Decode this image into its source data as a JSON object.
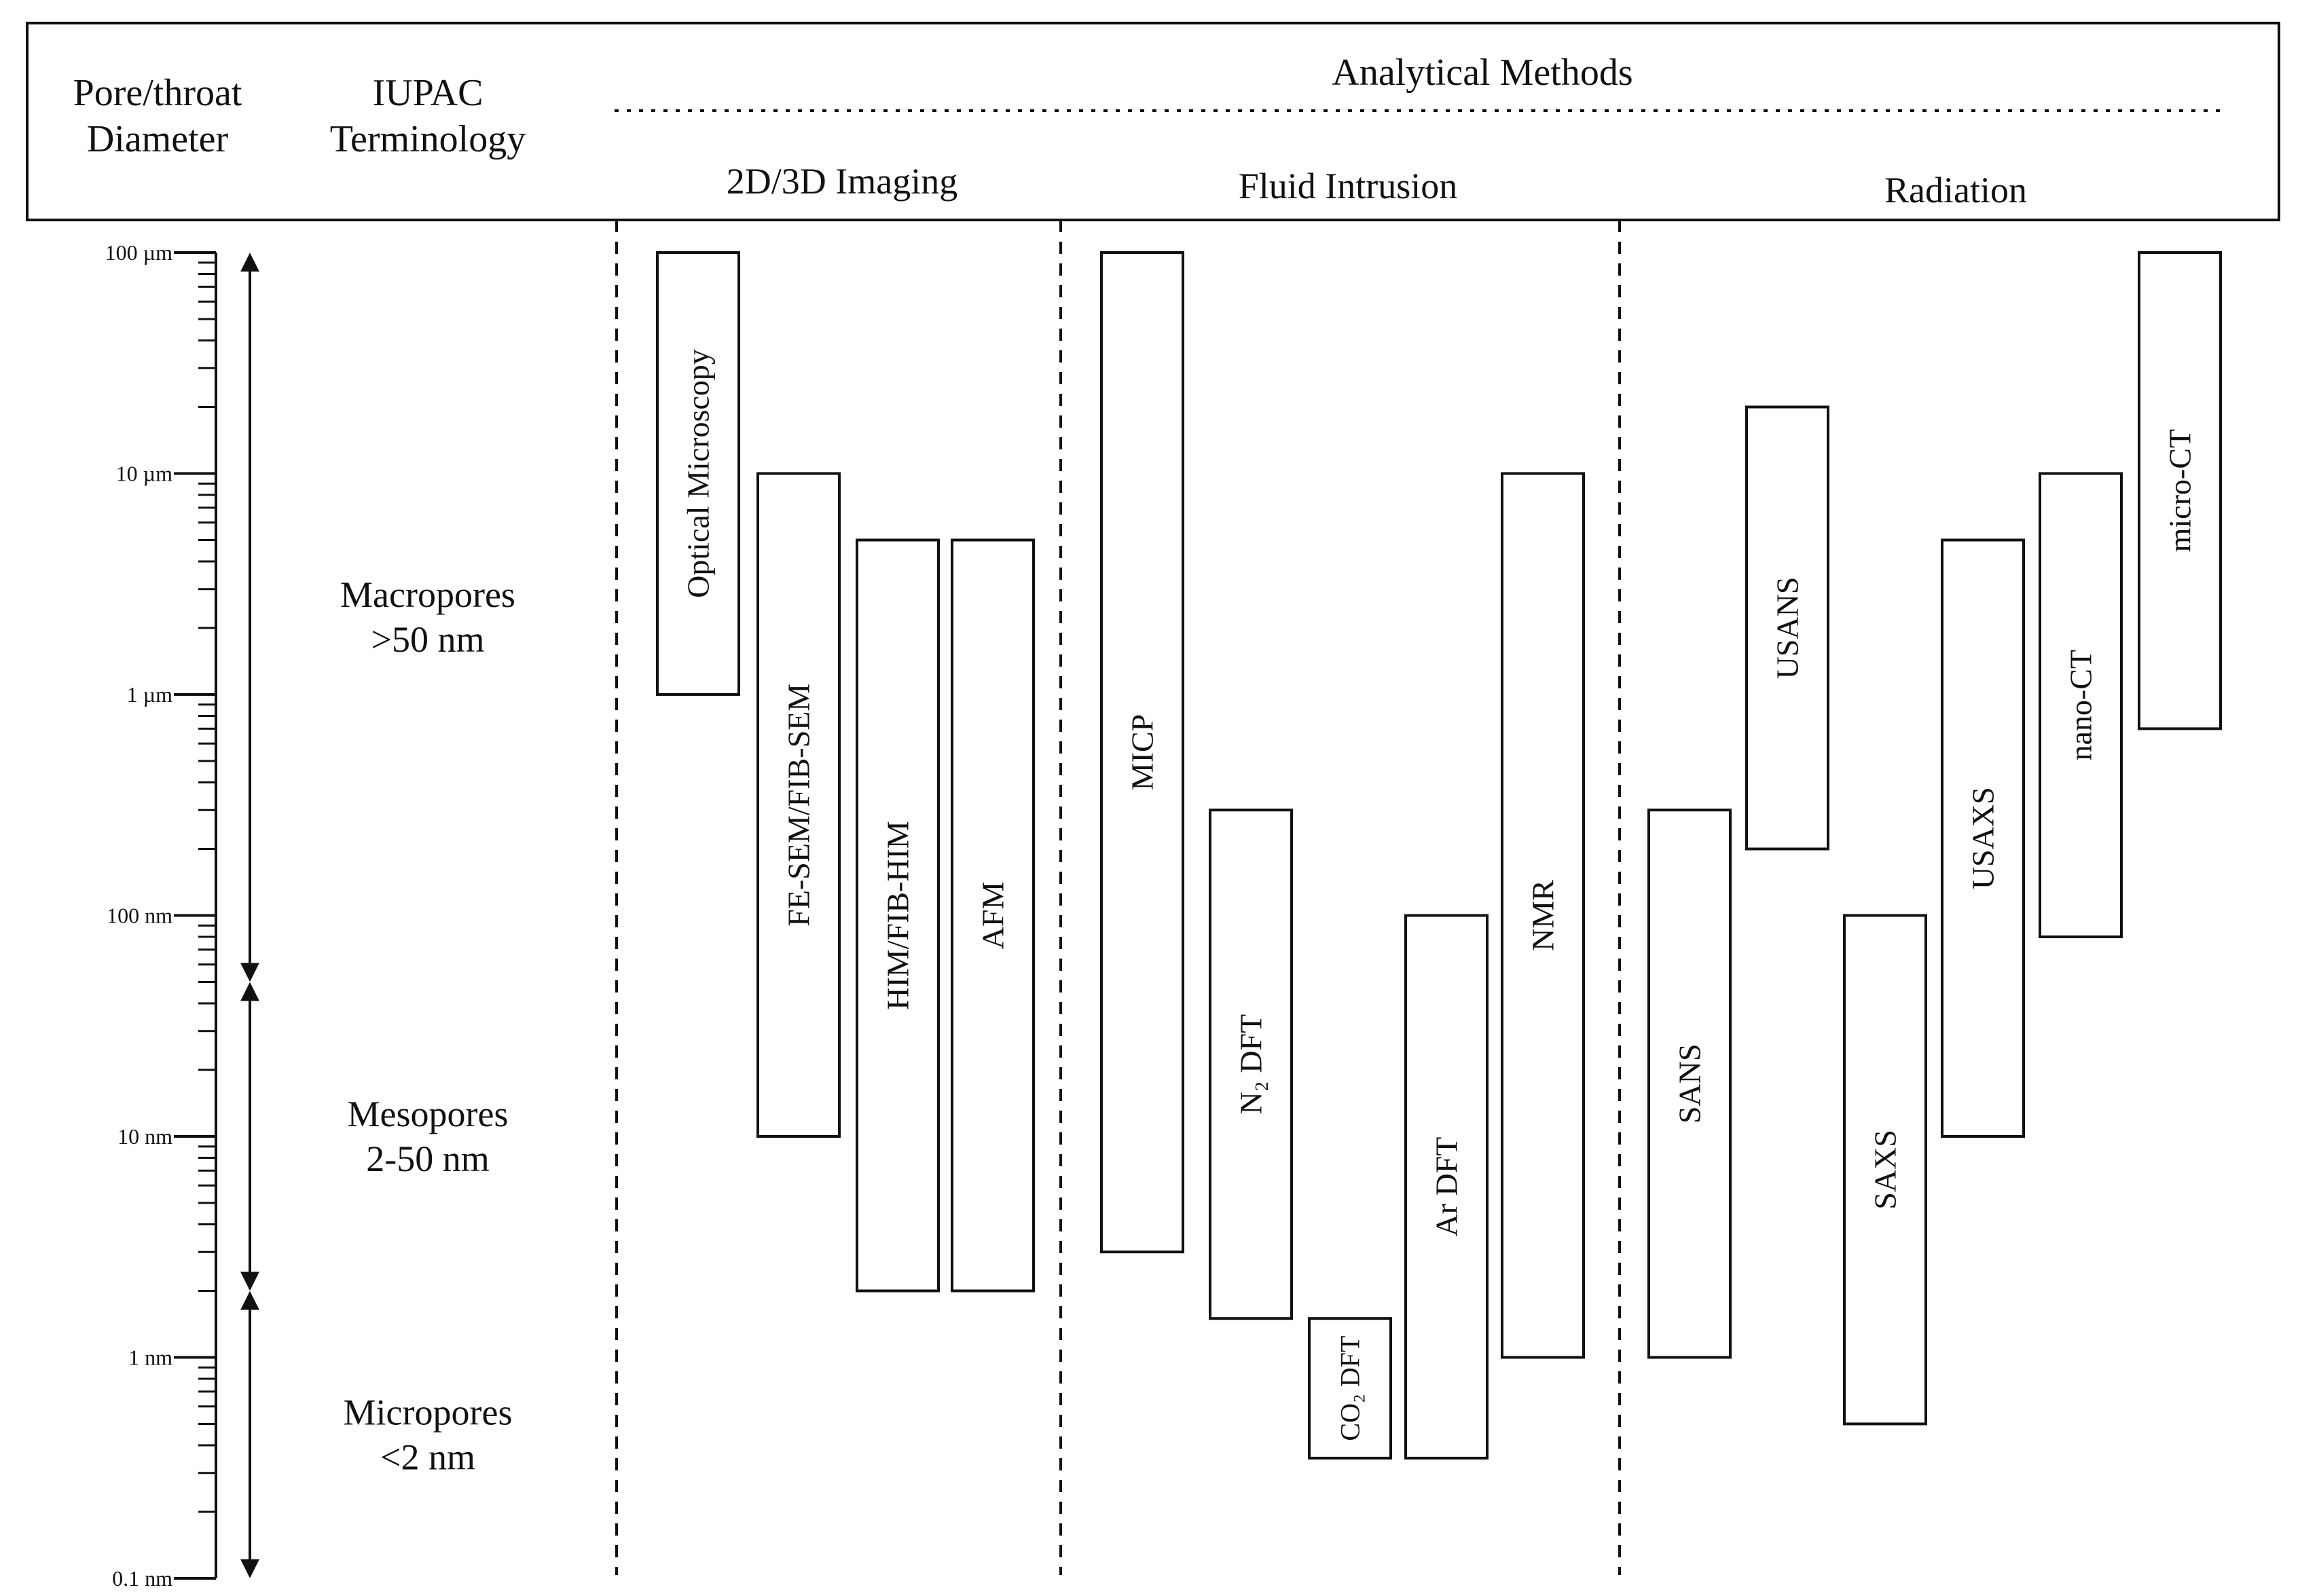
{
  "header": {
    "diameter_label": [
      "Pore/throat",
      "Diameter"
    ],
    "terminology_label": [
      "IUPAC",
      "Terminology"
    ],
    "methods_title": "Analytical Methods",
    "groups": [
      "2D/3D Imaging",
      "Fluid Intrusion",
      "Radiation"
    ]
  },
  "colors": {
    "ink": "#111111",
    "background": "#ffffff"
  },
  "chart_data": {
    "type": "bar",
    "orientation": "vertical-range",
    "y_scale": "log",
    "ylim": [
      "0.1 nm",
      "100 µm"
    ],
    "y_ticks": [
      {
        "label": "100 µm",
        "nm": 100000
      },
      {
        "label": "10 µm",
        "nm": 10000
      },
      {
        "label": "1 µm",
        "nm": 1000
      },
      {
        "label": "100 nm",
        "nm": 100
      },
      {
        "label": "10 nm",
        "nm": 10
      },
      {
        "label": "1 nm",
        "nm": 1
      },
      {
        "label": "0.1 nm",
        "nm": 0.1
      }
    ],
    "classes": [
      {
        "lines": [
          "Macropores",
          ">50 nm"
        ],
        "min_nm": 50,
        "max_nm": 100000
      },
      {
        "lines": [
          "Mesopores",
          "2-50 nm"
        ],
        "min_nm": 2,
        "max_nm": 50
      },
      {
        "lines": [
          "Micropores",
          "<2 nm"
        ],
        "min_nm": 0.1,
        "max_nm": 2
      }
    ],
    "groups": [
      {
        "name": "2D/3D Imaging",
        "methods": [
          {
            "label": "Optical Microscopy",
            "min_nm": 1000,
            "max_nm": 100000
          },
          {
            "label": "FE-SEM/FIB-SEM",
            "min_nm": 10,
            "max_nm": 10000
          },
          {
            "label": "HIM/FIB-HIM",
            "min_nm": 2,
            "max_nm": 5000
          },
          {
            "label": "AFM",
            "min_nm": 2,
            "max_nm": 5000
          }
        ]
      },
      {
        "name": "Fluid Intrusion",
        "methods": [
          {
            "label": "MICP",
            "min_nm": 3,
            "max_nm": 100000
          },
          {
            "label": "N₂ DFT",
            "min_nm": 1.5,
            "max_nm": 300
          },
          {
            "label": "CO₂ DFT",
            "min_nm": 0.35,
            "max_nm": 1.5
          },
          {
            "label": "Ar DFT",
            "min_nm": 0.35,
            "max_nm": 100
          },
          {
            "label": "NMR",
            "min_nm": 1,
            "max_nm": 10000
          }
        ]
      },
      {
        "name": "Radiation",
        "methods": [
          {
            "label": "SANS",
            "min_nm": 1,
            "max_nm": 300
          },
          {
            "label": "USANS",
            "min_nm": 200,
            "max_nm": 20000
          },
          {
            "label": "SAXS",
            "min_nm": 0.5,
            "max_nm": 100
          },
          {
            "label": "USAXS",
            "min_nm": 10,
            "max_nm": 5000
          },
          {
            "label": "nano-CT",
            "min_nm": 80,
            "max_nm": 10000
          },
          {
            "label": "micro-CT",
            "min_nm": 700,
            "max_nm": 100000
          }
        ]
      }
    ]
  }
}
